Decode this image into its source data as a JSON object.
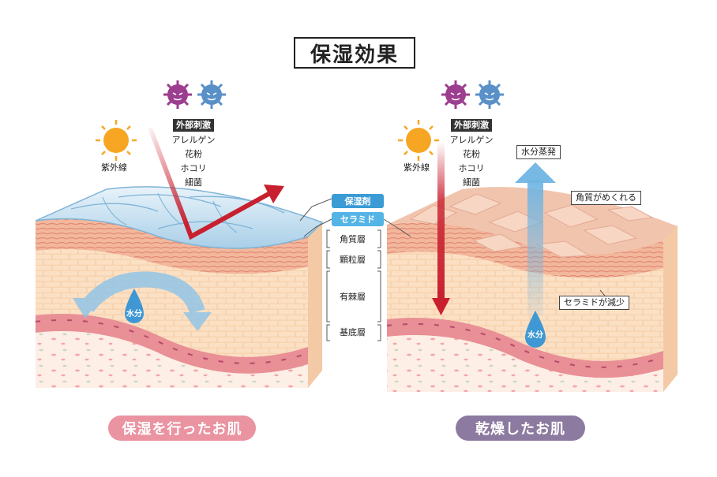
{
  "title": "保湿効果",
  "left_panel": {
    "caption": "保湿を行ったお肌",
    "uv_label": "紫外線",
    "irritant_heading": "外部刺激",
    "irritants": [
      "アレルゲン",
      "花粉",
      "ホコリ",
      "細菌"
    ],
    "water_label": "水分"
  },
  "right_panel": {
    "caption": "乾燥したお肌",
    "uv_label": "紫外線",
    "irritant_heading": "外部刺激",
    "irritants": [
      "アレルゲン",
      "花粉",
      "ホコリ",
      "細菌"
    ],
    "water_label": "水分",
    "evaporation_label": "水分蒸発",
    "peeling_label": "角質がめくれる",
    "ceramide_decrease_label": "セラミドが減少"
  },
  "center_tags": {
    "moisturizer": "保湿剤",
    "ceramide": "セラミド"
  },
  "layers": [
    "角質層",
    "顆粒層",
    "有棘層",
    "基底層"
  ],
  "colors": {
    "caption_left": "#ea93a1",
    "caption_right": "#8c7aa0",
    "arrow_red": "#c8202e",
    "water_blue": "#6fb5e3",
    "virus_purple": "#9c3d8f",
    "virus_blue": "#5a90c8",
    "sun_orange": "#f6a623"
  }
}
